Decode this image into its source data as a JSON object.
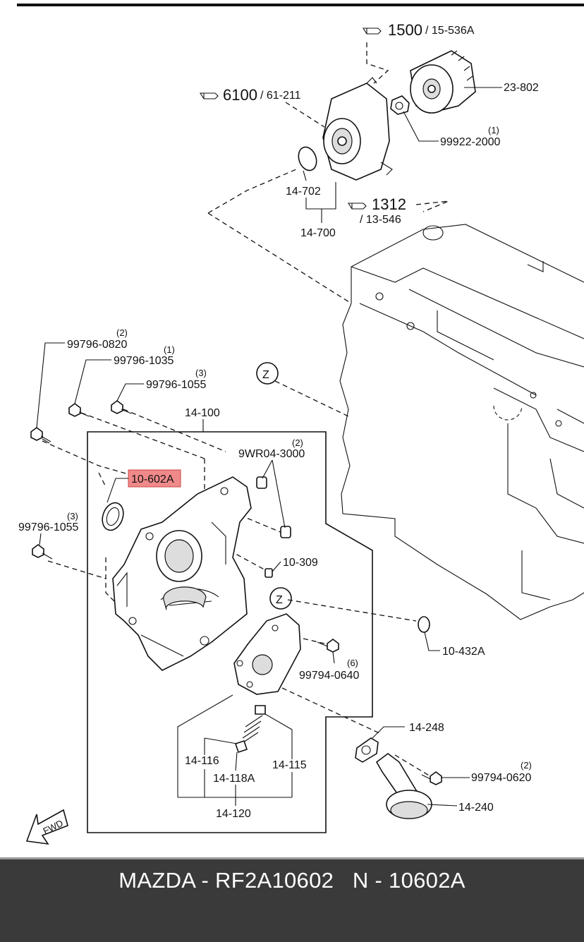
{
  "ref_labels": {
    "r1500": {
      "num": "1500",
      "sub": "/ 15-536A"
    },
    "r6100": {
      "num": "6100",
      "sub": "/ 61-211"
    },
    "r1312": {
      "num": "1312",
      "sub": "/ 13-546"
    }
  },
  "parts": {
    "p23_802": "23-802",
    "p99922_2000": "99922-2000",
    "p99922_2000_qty": "(1)",
    "p14_702": "14-702",
    "p14_700": "14-700",
    "p99796_0820": "99796-0820",
    "p99796_0820_qty": "(2)",
    "p99796_1035": "99796-1035",
    "p99796_1035_qty": "(1)",
    "p99796_1055a": "99796-1055",
    "p99796_1055a_qty": "(3)",
    "p14_100": "14-100",
    "p9wr04_3000": "9WR04-3000",
    "p9wr04_3000_qty": "(2)",
    "p10_602a": "10-602A",
    "p99796_1055b": "99796-1055",
    "p99796_1055b_qty": "(3)",
    "p10_309": "10-309",
    "p10_432a": "10-432A",
    "p99794_0640": "99794-0640",
    "p99794_0640_qty": "(6)",
    "p14_248": "14-248",
    "p14_116": "14-116",
    "p14_115": "14-115",
    "p14_118a": "14-118A",
    "p14_120": "14-120",
    "p99794_0620": "99794-0620",
    "p99794_0620_qty": "(2)",
    "p14_240": "14-240"
  },
  "markers": {
    "z1": "Z",
    "z2": "Z",
    "fwd": "FWD"
  },
  "highlight_color": "#f08a8a",
  "footer": {
    "text": "MAZDA - RF2A10602   N - 10602A"
  }
}
